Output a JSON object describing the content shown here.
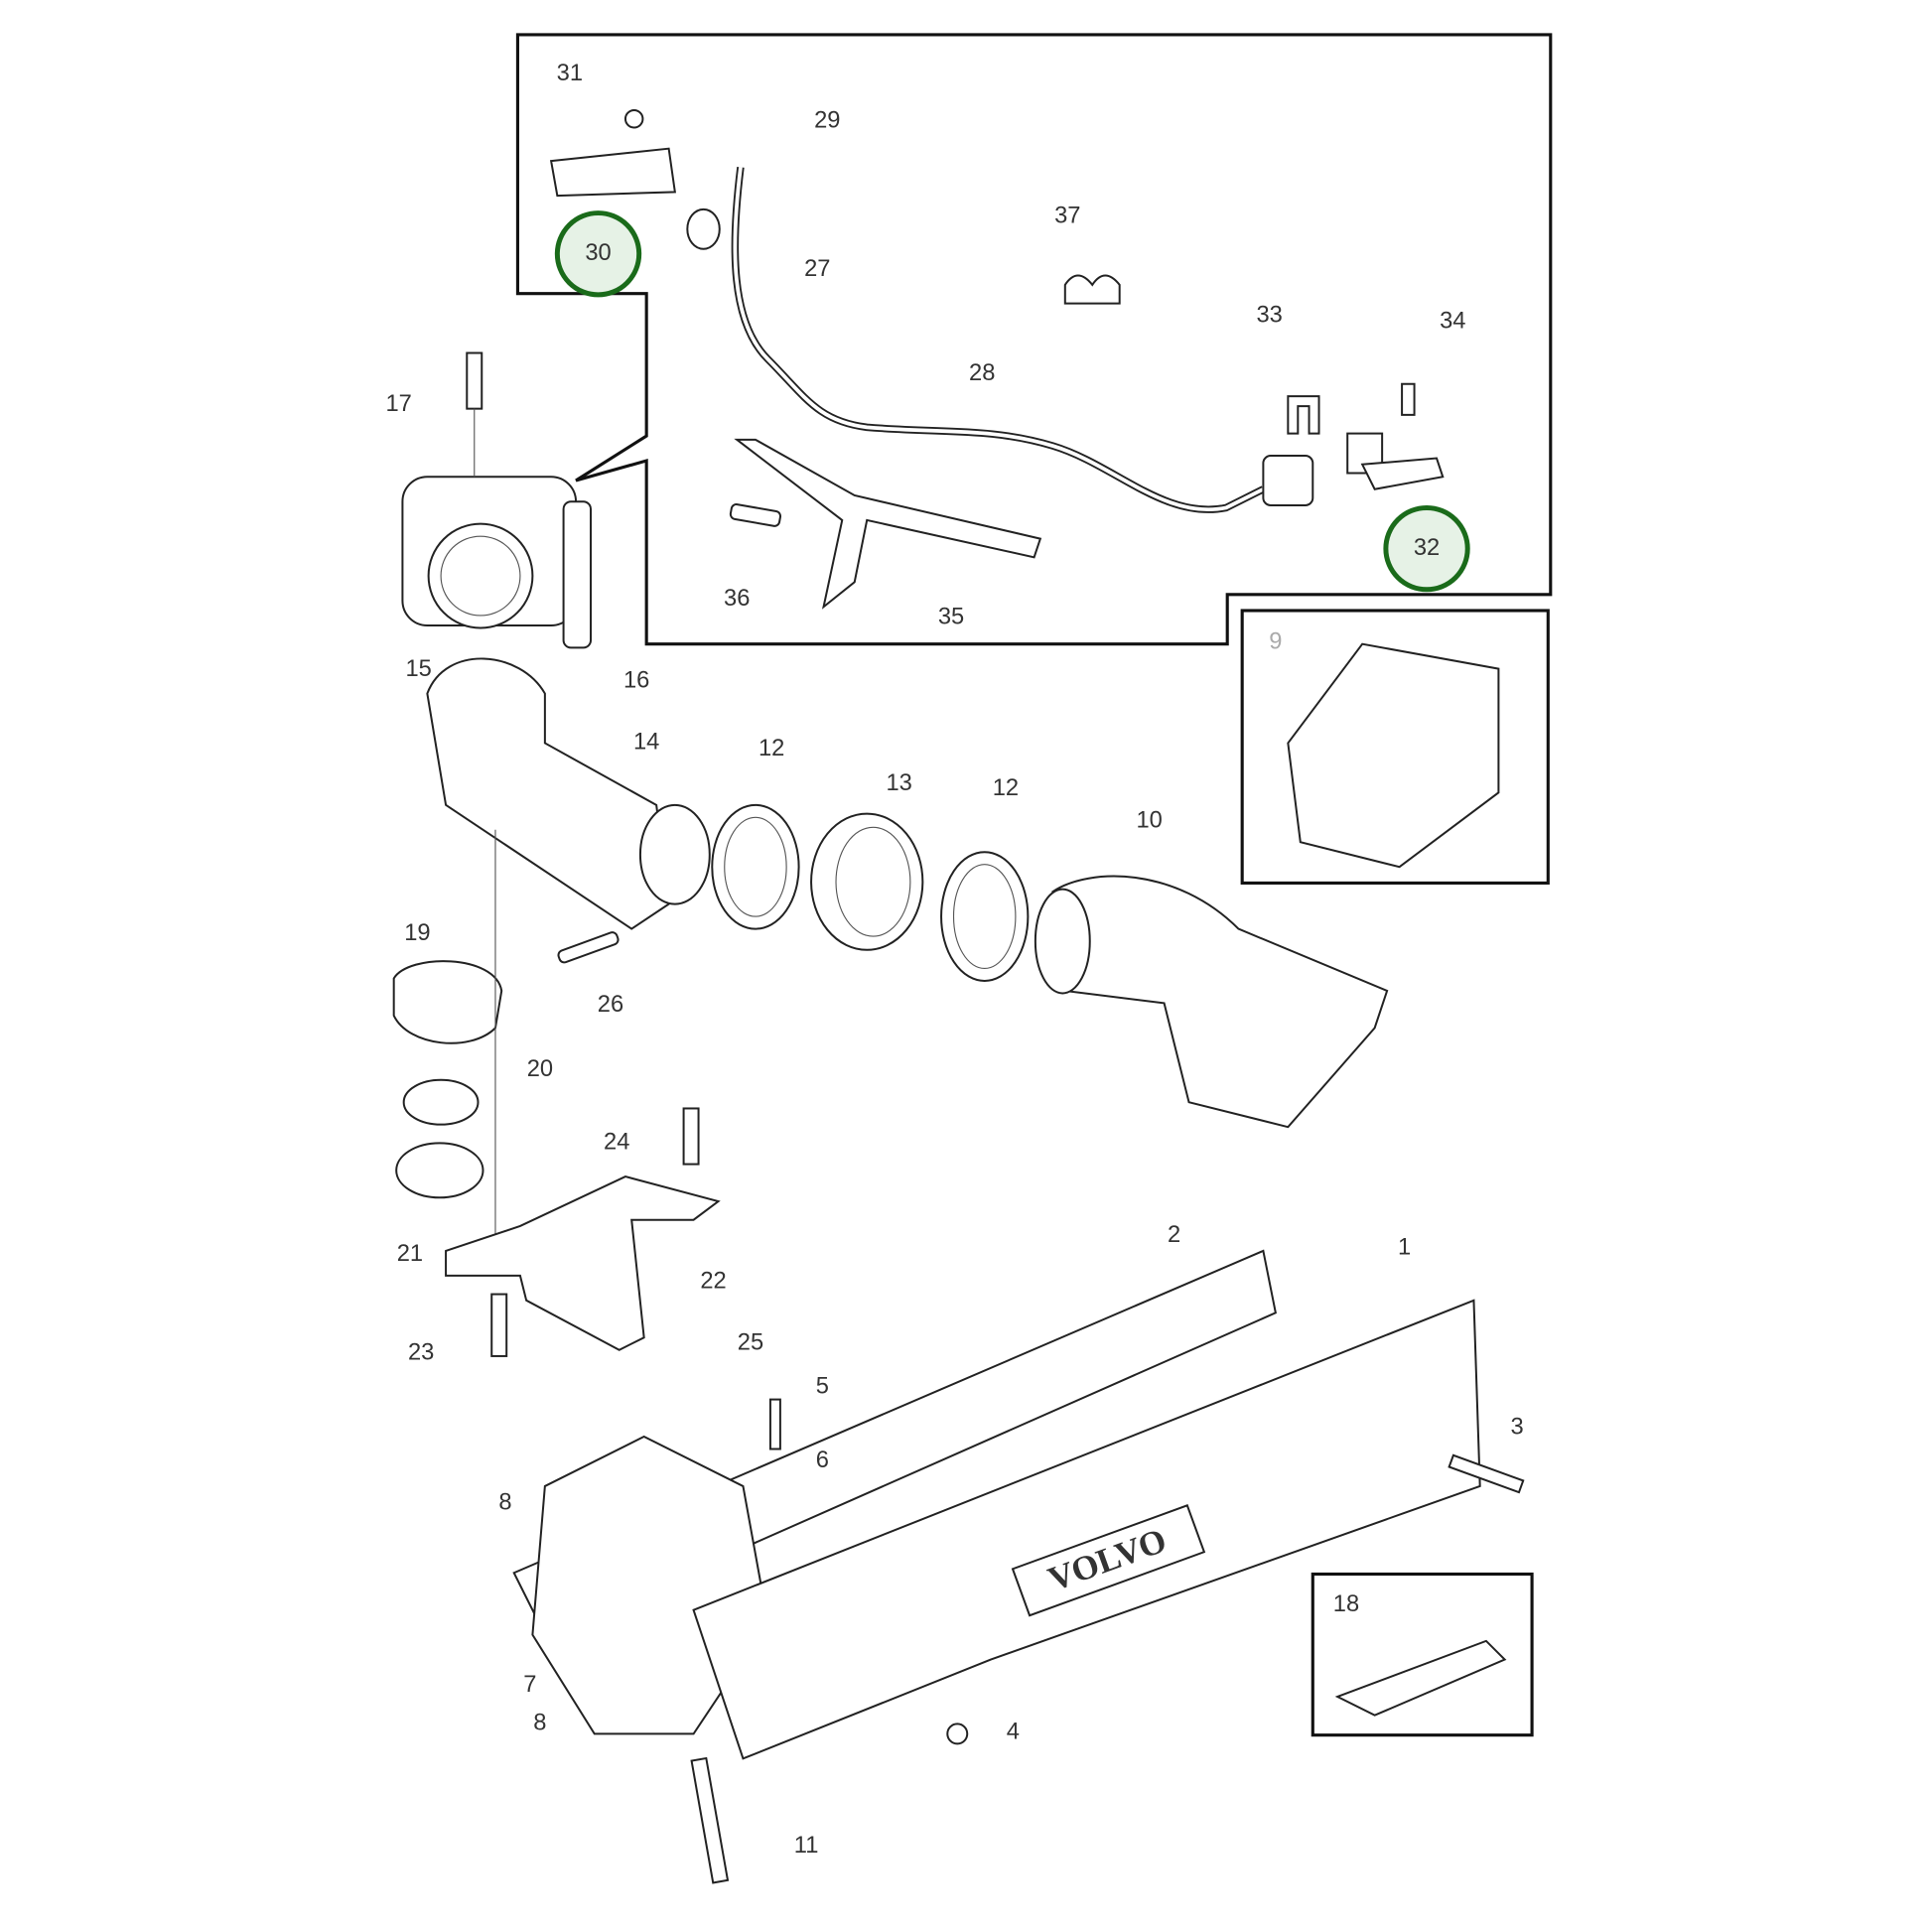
{
  "diagram": {
    "brand_lettering": "VOLVO",
    "highlight_color": "#1a6b1a",
    "callouts": [
      {
        "id": "31",
        "text": "31",
        "circled": false
      },
      {
        "id": "29",
        "text": "29",
        "circled": false
      },
      {
        "id": "30",
        "text": "30",
        "circled": true
      },
      {
        "id": "27",
        "text": "27",
        "circled": false
      },
      {
        "id": "37",
        "text": "37",
        "circled": false
      },
      {
        "id": "28",
        "text": "28",
        "circled": false
      },
      {
        "id": "33",
        "text": "33",
        "circled": false
      },
      {
        "id": "34",
        "text": "34",
        "circled": false
      },
      {
        "id": "32",
        "text": "32",
        "circled": true
      },
      {
        "id": "36",
        "text": "36",
        "circled": false
      },
      {
        "id": "35",
        "text": "35",
        "circled": false
      },
      {
        "id": "17",
        "text": "17",
        "circled": false
      },
      {
        "id": "15",
        "text": "15",
        "circled": false
      },
      {
        "id": "16",
        "text": "16",
        "circled": false
      },
      {
        "id": "9",
        "text": "9",
        "circled": false
      },
      {
        "id": "14",
        "text": "14",
        "circled": false
      },
      {
        "id": "12a",
        "text": "12",
        "circled": false
      },
      {
        "id": "13",
        "text": "13",
        "circled": false
      },
      {
        "id": "12b",
        "text": "12",
        "circled": false
      },
      {
        "id": "10",
        "text": "10",
        "circled": false
      },
      {
        "id": "19",
        "text": "19",
        "circled": false
      },
      {
        "id": "26",
        "text": "26",
        "circled": false
      },
      {
        "id": "20",
        "text": "20",
        "circled": false
      },
      {
        "id": "24",
        "text": "24",
        "circled": false
      },
      {
        "id": "21",
        "text": "21",
        "circled": false
      },
      {
        "id": "2",
        "text": "2",
        "circled": false
      },
      {
        "id": "1",
        "text": "1",
        "circled": false
      },
      {
        "id": "22",
        "text": "22",
        "circled": false
      },
      {
        "id": "23",
        "text": "23",
        "circled": false
      },
      {
        "id": "25",
        "text": "25",
        "circled": false
      },
      {
        "id": "5",
        "text": "5",
        "circled": false
      },
      {
        "id": "3",
        "text": "3",
        "circled": false
      },
      {
        "id": "6",
        "text": "6",
        "circled": false
      },
      {
        "id": "8a",
        "text": "8",
        "circled": false
      },
      {
        "id": "18",
        "text": "18",
        "circled": false
      },
      {
        "id": "7",
        "text": "7",
        "circled": false
      },
      {
        "id": "8b",
        "text": "8",
        "circled": false
      },
      {
        "id": "4",
        "text": "4",
        "circled": false
      },
      {
        "id": "11",
        "text": "11",
        "circled": false
      }
    ]
  }
}
